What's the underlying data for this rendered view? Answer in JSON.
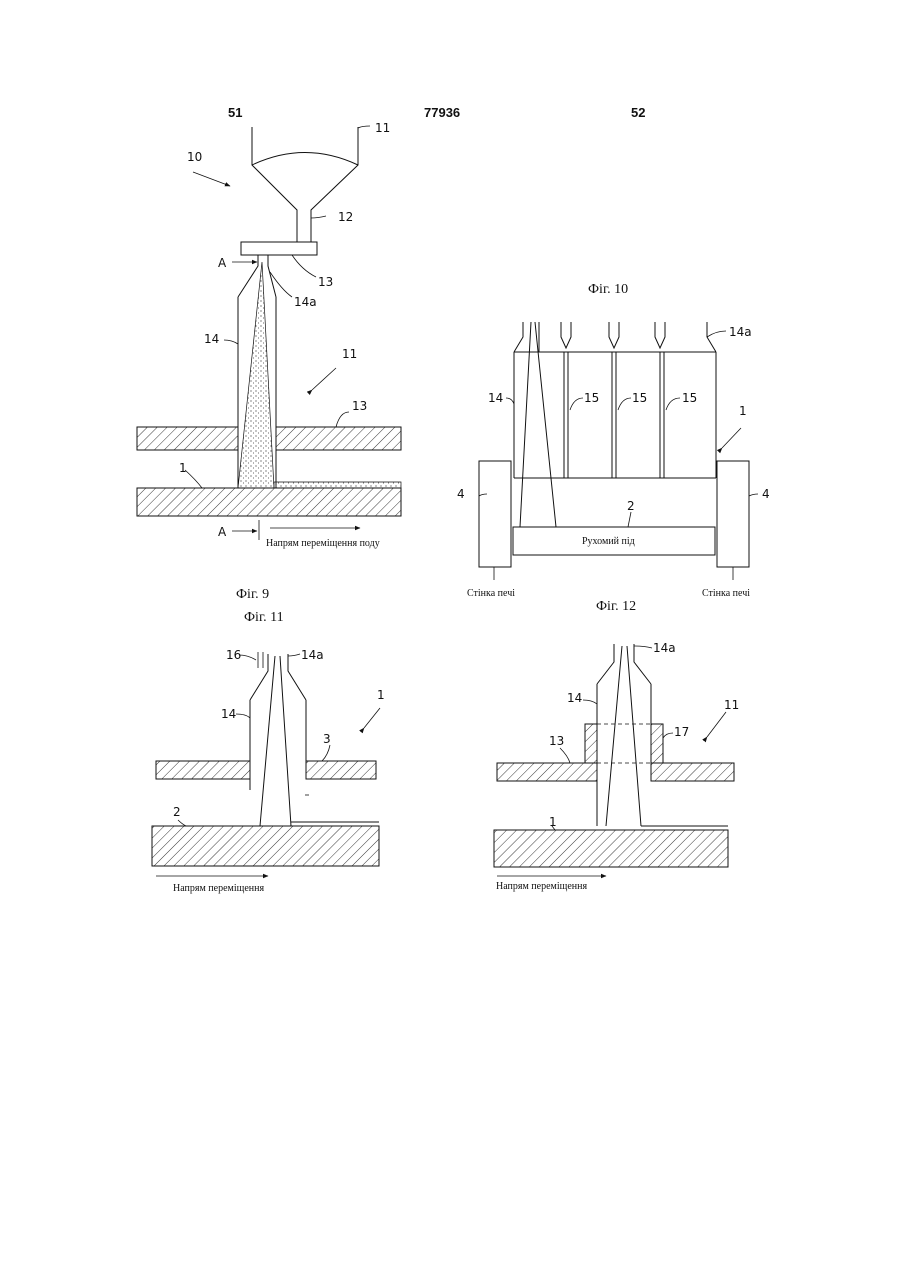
{
  "header": {
    "left_col": "51",
    "patent_no": "77936",
    "right_col": "52"
  },
  "fig9": {
    "caption": "Фіг. 9",
    "arrow_text": "Напрям переміщення поду",
    "labels": {
      "r10": "10",
      "r11_top": "11",
      "r12": "12",
      "r13_nozzle": "13",
      "r14a": "14a",
      "r14": "14",
      "r11_mid": "11",
      "r13_wall": "13",
      "r1": "1",
      "secA_top": "A",
      "secA_bot": "A"
    }
  },
  "fig10": {
    "caption": "Фіг. 10",
    "hearth_text": "Рухомий під",
    "wall_left": "Стінка печі",
    "wall_right": "Стінка печі",
    "labels": {
      "r14a": "14a",
      "r14": "14",
      "r15a": "15",
      "r15b": "15",
      "r15c": "15",
      "r1": "1",
      "r4_left": "4",
      "r4_right": "4",
      "r2": "2"
    }
  },
  "fig11": {
    "caption": "Фіг. 11",
    "arrow_text": "Напрям переміщення",
    "labels": {
      "r16": "16",
      "r14a": "14a",
      "r14": "14",
      "r1": "1",
      "r3": "3",
      "r2": "2"
    }
  },
  "fig12": {
    "caption": "Фіг. 12",
    "arrow_text": "Напрям переміщення",
    "labels": {
      "r14a": "14a",
      "r14": "14",
      "r11": "11",
      "r13": "13",
      "r17": "17",
      "r1": "1"
    }
  }
}
